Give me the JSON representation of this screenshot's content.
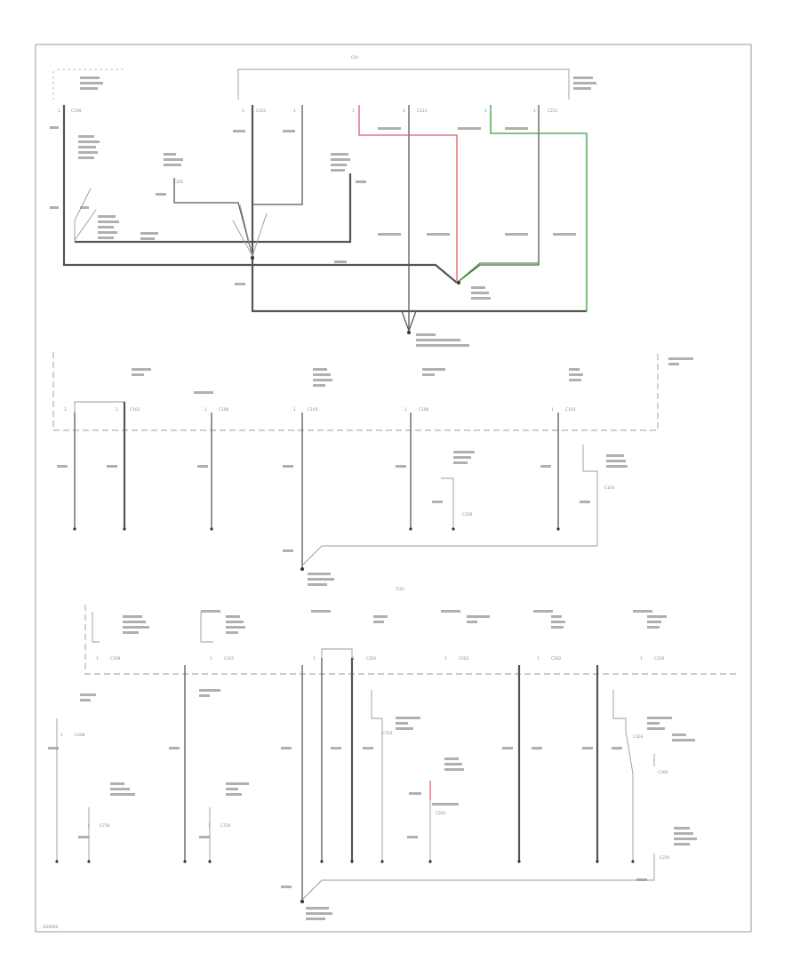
{
  "diagram": {
    "colors": {
      "red_wire": "#e05a6a",
      "green_wire": "#3a9a3a",
      "wire": "#5a5a5a"
    },
    "header_code": "C/H",
    "mid_code": "T/2C",
    "footer_code": "G00000"
  }
}
